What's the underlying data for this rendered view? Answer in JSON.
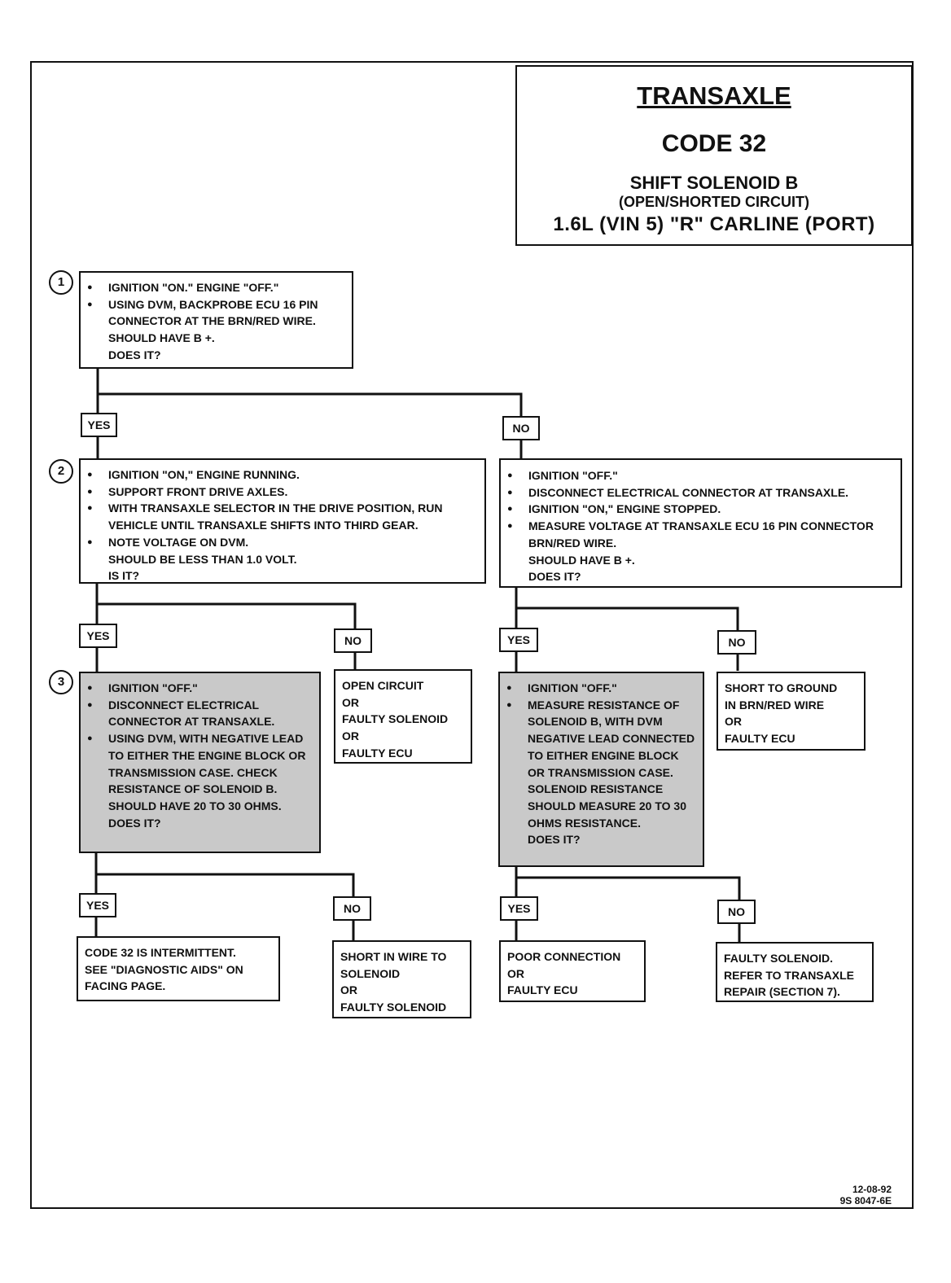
{
  "header": {
    "title": "TRANSAXLE",
    "code": "CODE 32",
    "subtitle": "SHIFT SOLENOID B",
    "condition": "(OPEN/SHORTED CIRCUIT)",
    "application": "1.6L  (VIN 5)  \"R\"  CARLINE  (PORT)"
  },
  "steps": {
    "s1": {
      "number": "1",
      "lines": [
        "IGNITION \"ON.\" ENGINE \"OFF.\"",
        "USING DVM, BACKPROBE ECU 16 PIN CONNECTOR AT THE BRN/RED WIRE.",
        "SHOULD HAVE B +.",
        "DOES IT?"
      ]
    },
    "s2": {
      "number": "2",
      "lines": [
        "IGNITION \"ON,\" ENGINE RUNNING.",
        "SUPPORT FRONT DRIVE AXLES.",
        "WITH TRANSAXLE SELECTOR IN THE DRIVE POSITION, RUN VEHICLE UNTIL TRANSAXLE SHIFTS INTO THIRD GEAR.",
        "NOTE VOLTAGE ON DVM.",
        "SHOULD BE LESS THAN 1.0 VOLT.",
        "IS IT?"
      ]
    },
    "s2b": {
      "lines": [
        "IGNITION \"OFF.\"",
        "DISCONNECT ELECTRICAL CONNECTOR AT TRANSAXLE.",
        "IGNITION \"ON,\" ENGINE STOPPED.",
        "MEASURE VOLTAGE AT TRANSAXLE ECU 16 PIN CONNECTOR BRN/RED WIRE.",
        "SHOULD HAVE B +.",
        "DOES IT?"
      ]
    },
    "s3": {
      "number": "3",
      "lines": [
        "IGNITION \"OFF.\"",
        "DISCONNECT ELECTRICAL CONNECTOR AT TRANSAXLE.",
        "USING DVM, WITH NEGATIVE LEAD TO EITHER THE ENGINE BLOCK OR TRANSMISSION CASE. CHECK RESISTANCE OF SOLENOID B.",
        "SHOULD HAVE 20 TO 30 OHMS.",
        "DOES IT?"
      ]
    },
    "s3b": {
      "lines": [
        "IGNITION \"OFF.\"",
        "MEASURE RESISTANCE OF SOLENOID B, WITH DVM NEGATIVE LEAD CONNECTED TO EITHER ENGINE BLOCK OR TRANSMISSION CASE. SOLENOID RESISTANCE SHOULD MEASURE 20 TO 30 OHMS RESISTANCE.",
        "DOES IT?"
      ]
    }
  },
  "results": {
    "r_open": "OPEN CIRCUIT\nOR\nFAULTY SOLENOID\nOR\nFAULTY ECU",
    "r_short_ground": "SHORT TO GROUND\nIN BRN/RED WIRE\nOR\nFAULTY ECU",
    "r_intermittent": "CODE 32 IS INTERMITTENT.\nSEE \"DIAGNOSTIC AIDS\" ON\nFACING PAGE.",
    "r_short_wire": "SHORT IN WIRE TO\nSOLENOID\nOR\nFAULTY SOLENOID",
    "r_poor": "POOR CONNECTION\nOR\nFAULTY ECU",
    "r_faulty": "FAULTY SOLENOID.\nREFER TO TRANSAXLE\nREPAIR (SECTION 7)."
  },
  "labels": {
    "yes": "YES",
    "no": "NO"
  },
  "footer": {
    "date": "12-08-92",
    "doc": "9S 8047-6E"
  }
}
